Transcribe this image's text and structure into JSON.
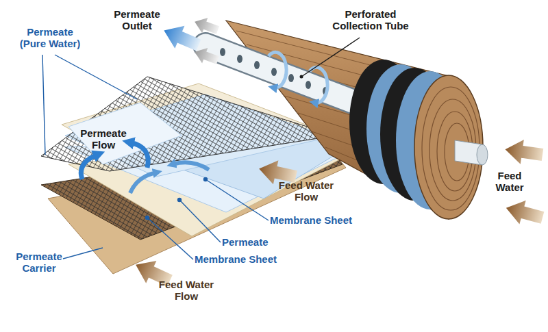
{
  "diagram": {
    "labels": [
      "Permeate Outlet",
      "Perforated Collection Tube",
      "Permeate (Pure Water)",
      "Permeate Flow",
      "Feed Water Flow",
      "Membrane Sheet",
      "Permeate",
      "Membrane Sheet",
      "Feed Water",
      "Permeate Carrier",
      "Feed Water Flow"
    ]
  }
}
